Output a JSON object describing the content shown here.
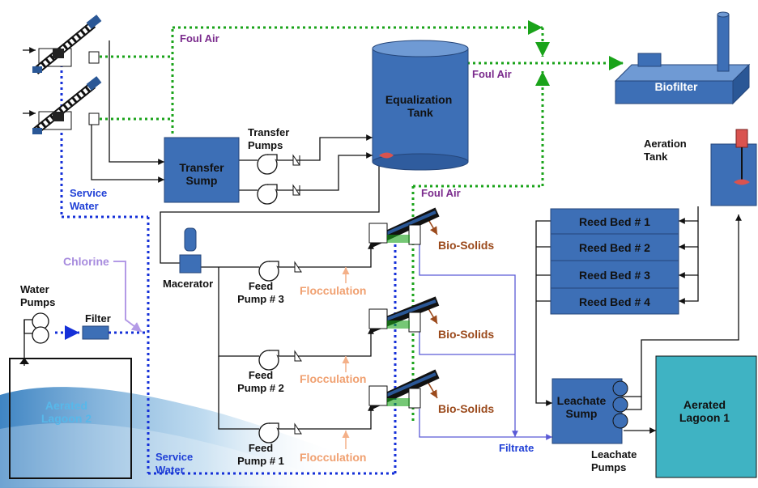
{
  "labels": {
    "foul_air": "Foul Air",
    "equalization_tank": "Equalization Tank",
    "biofilter": "Biofilter",
    "transfer_pumps": "Transfer Pumps",
    "transfer_sump": "Transfer Sump",
    "aeration_tank": "Aeration Tank",
    "service_water": "Service Water",
    "reed_beds": [
      "Reed Bed # 1",
      "Reed Bed # 2",
      "Reed Bed # 3",
      "Reed Bed # 4"
    ],
    "bio_solids": "Bio-Solids",
    "chlorine": "Chlorine",
    "macerator": "Macerator",
    "feed_pumps": [
      "Feed Pump # 3",
      "Feed Pump # 2",
      "Feed Pump # 1"
    ],
    "flocculation": "Flocculation",
    "water_pumps": "Water Pumps",
    "filter": "Filter",
    "aerated_lagoon_2": "Aerated Lagoon 2",
    "aerated_lagoon_1": "Aerated Lagoon 1",
    "leachate_sump": "Leachate Sump",
    "leachate_pumps": "Leachate Pumps",
    "filtrate": "Filtrate"
  },
  "colors": {
    "foul_air": "#1aa31a",
    "service_water": "#1530d8",
    "equipment": "#3d6fb6",
    "lagoon": "#3fb3c3",
    "bio_solids": "#9b4a1c",
    "flocculation": "#f0a070",
    "chlorine": "#a78bde"
  }
}
